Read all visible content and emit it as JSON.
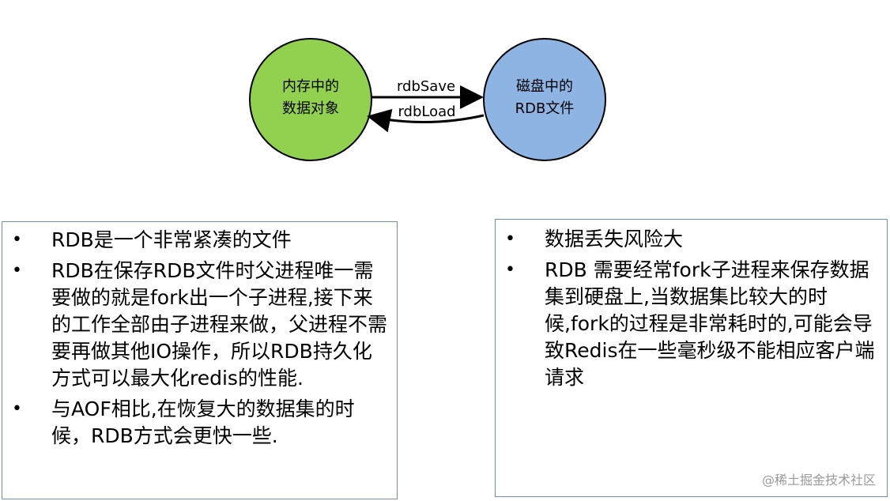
{
  "diagram": {
    "left_node": {
      "line1": "内存中的",
      "line2": "数据对象",
      "color": "#92d050"
    },
    "right_node": {
      "line1": "磁盘中的",
      "line2": "RDB文件",
      "color": "#8eb4e3"
    },
    "save_label": "rdbSave",
    "load_label": "rdbLoad"
  },
  "advantages": [
    "RDB是一个非常紧凑的文件",
    "RDB在保存RDB文件时父进程唯一需要做的就是fork出一个子进程,接下来的工作全部由子进程来做，父进程不需要再做其他IO操作，所以RDB持久化方式可以最大化redis的性能.",
    "与AOF相比,在恢复大的数据集的时候，RDB方式会更快一些."
  ],
  "disadvantages": [
    "数据丢失风险大",
    "RDB 需要经常fork子进程来保存数据集到硬盘上,当数据集比较大的时候,fork的过程是非常耗时的,可能会导致Redis在一些毫秒级不能相应客户端请求"
  ],
  "watermark": "@稀土掘金技术社区"
}
